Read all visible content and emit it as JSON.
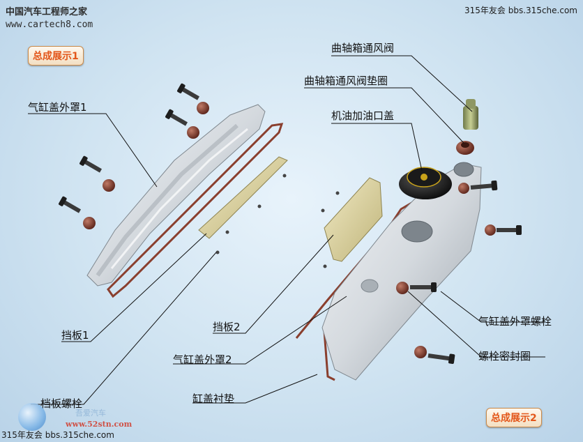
{
  "watermarks": {
    "top_left_cn": "中国汽车工程师之家",
    "top_left_url": "www.cartech8.com",
    "top_right": "315年友会 bbs.315che.com",
    "bottom_left": "315年友会 bbs.315che.com",
    "logo_url": "www.52stn.com",
    "logo_cn": "吾爱汽车"
  },
  "buttons": {
    "assembly1": "总成展示1",
    "assembly2": "总成展示2"
  },
  "labels": {
    "cover1": "气缸盖外罩1",
    "baffle1": "挡板1",
    "baffle_bolt": "档板螺栓",
    "baffle2": "挡板2",
    "cover2": "气缸盖外罩2",
    "gasket": "缸盖衬垫",
    "pcv_valve": "曲轴箱通风阀",
    "pcv_valve_washer": "曲轴箱通风阀垫圈",
    "oil_filler_cap": "机油加油口盖",
    "cover_bolt": "气缸盖外罩螺栓",
    "bolt_seal": "螺栓密封圈"
  },
  "colors": {
    "rubber": "#8a3f2e",
    "metal": "#d7dbe0",
    "plate": "#d9cf9a",
    "bolt": "#3a3a3a",
    "accent": "#e3561a"
  }
}
